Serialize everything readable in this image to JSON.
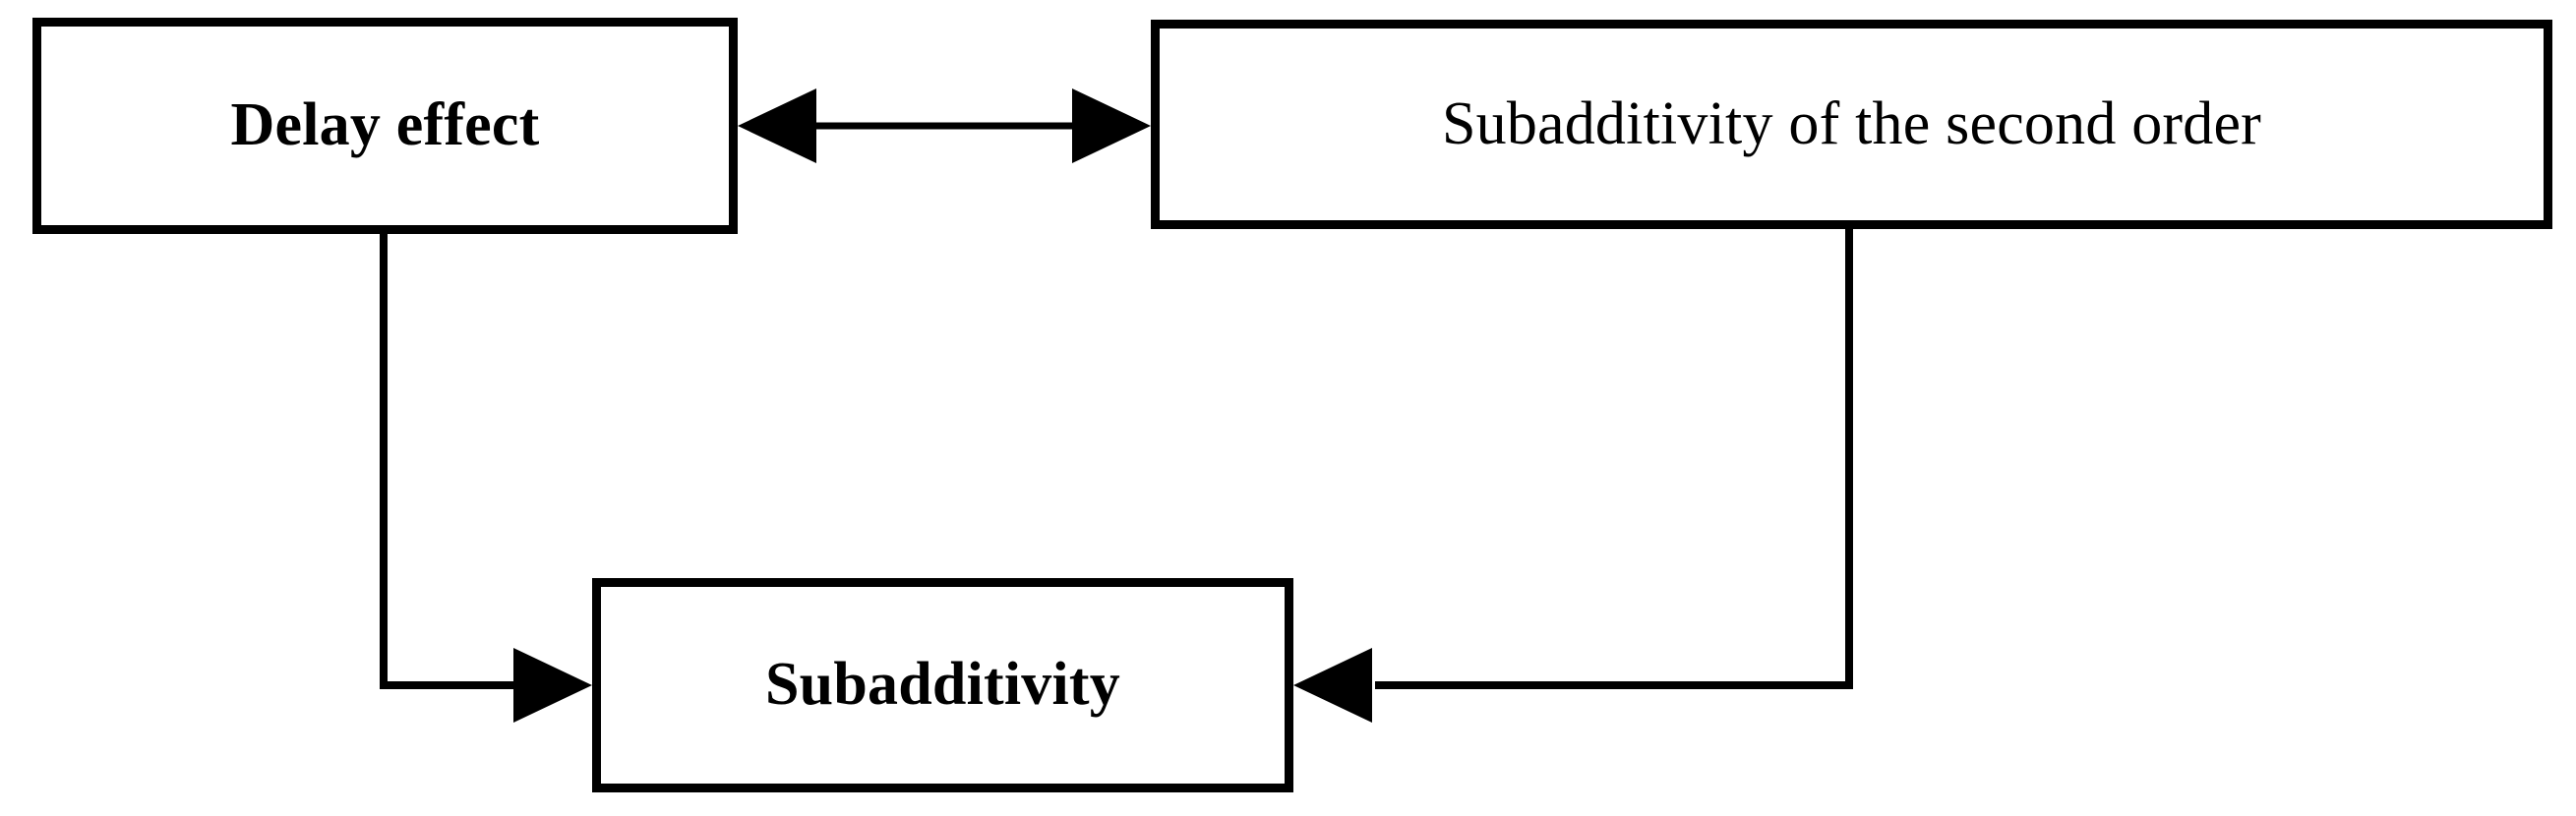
{
  "diagram": {
    "type": "flowchart",
    "background_color": "#ffffff",
    "stroke_color": "#000000",
    "nodes": [
      {
        "id": "delay-effect",
        "label": "Delay effect",
        "shape": "rectangle",
        "emphasis": "bold",
        "position": "top-left"
      },
      {
        "id": "subadditivity-second-order",
        "label": "Subadditivity of the second order",
        "shape": "rectangle",
        "emphasis": "regular",
        "position": "top-right"
      },
      {
        "id": "subadditivity",
        "label": "Subadditivity",
        "shape": "rectangle",
        "emphasis": "bold",
        "position": "bottom-center"
      }
    ],
    "edges": [
      {
        "id": "delay-effect--subadditivity-second-order",
        "from": "delay-effect",
        "to": "subadditivity-second-order",
        "arrowheads": "both",
        "routing": "horizontal"
      },
      {
        "id": "delay-effect--subadditivity",
        "from": "delay-effect",
        "to": "subadditivity",
        "arrowheads": "end",
        "routing": "elbow-down-right"
      },
      {
        "id": "subadditivity-second-order--subadditivity",
        "from": "subadditivity-second-order",
        "to": "subadditivity",
        "arrowheads": "end",
        "routing": "elbow-down-left"
      }
    ]
  }
}
